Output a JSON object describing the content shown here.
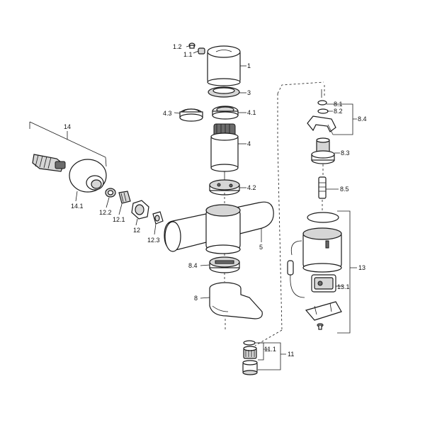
{
  "labels": {
    "l1_2": "1.2",
    "l1_1": "1.1",
    "l1": "1",
    "l3": "3",
    "l4_3": "4.3",
    "l4_1": "4.1",
    "l4": "4",
    "l4_2": "4.2",
    "l5": "5",
    "l8_4a": "8.4",
    "l8": "8",
    "l14": "14",
    "l14_1": "14.1",
    "l12_2": "12.2",
    "l12_1": "12.1",
    "l12": "12",
    "l12_3": "12.3",
    "l8_1": "8.1",
    "l8_2": "8.2",
    "l8_4b": "8.4",
    "l8_3": "8.3",
    "l8_5": "8.5",
    "l13": "13",
    "l13_1": "13.1",
    "l11_1": "11.1",
    "l11": "11"
  }
}
